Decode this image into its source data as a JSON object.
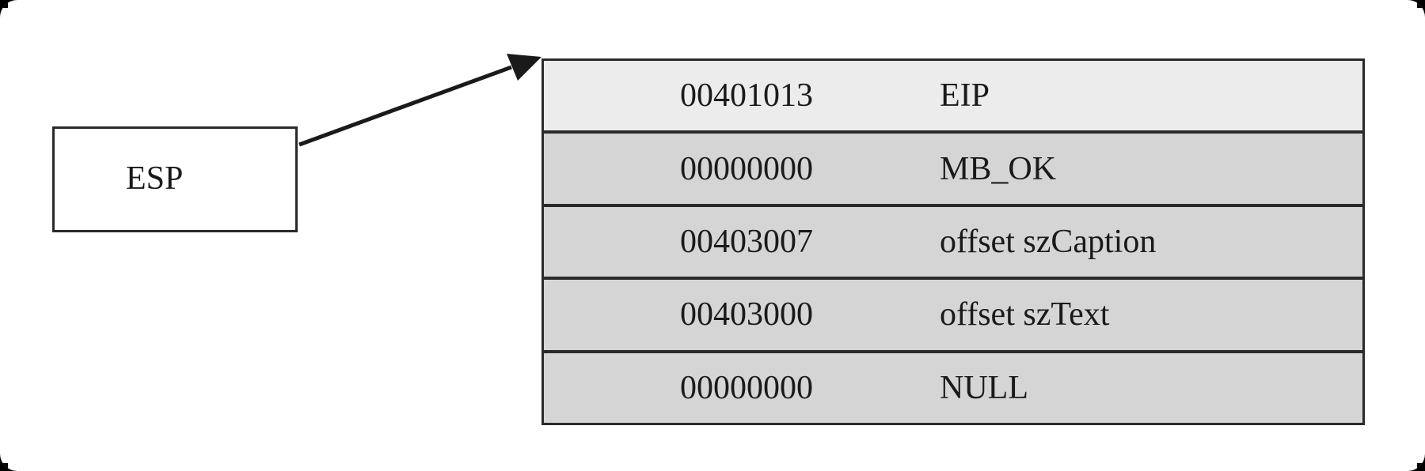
{
  "pointer": {
    "label": "ESP"
  },
  "stack": {
    "rows": [
      {
        "address": "00401013",
        "description": "EIP"
      },
      {
        "address": "00000000",
        "description": "MB_OK"
      },
      {
        "address": "00403007",
        "description": "offset szCaption"
      },
      {
        "address": "00403000",
        "description": "offset szText"
      },
      {
        "address": "00000000",
        "description": "NULL"
      }
    ]
  },
  "colors": {
    "top_row": "#ececec",
    "other_rows": "#d5d5d5",
    "line": "#2a2a2a"
  }
}
